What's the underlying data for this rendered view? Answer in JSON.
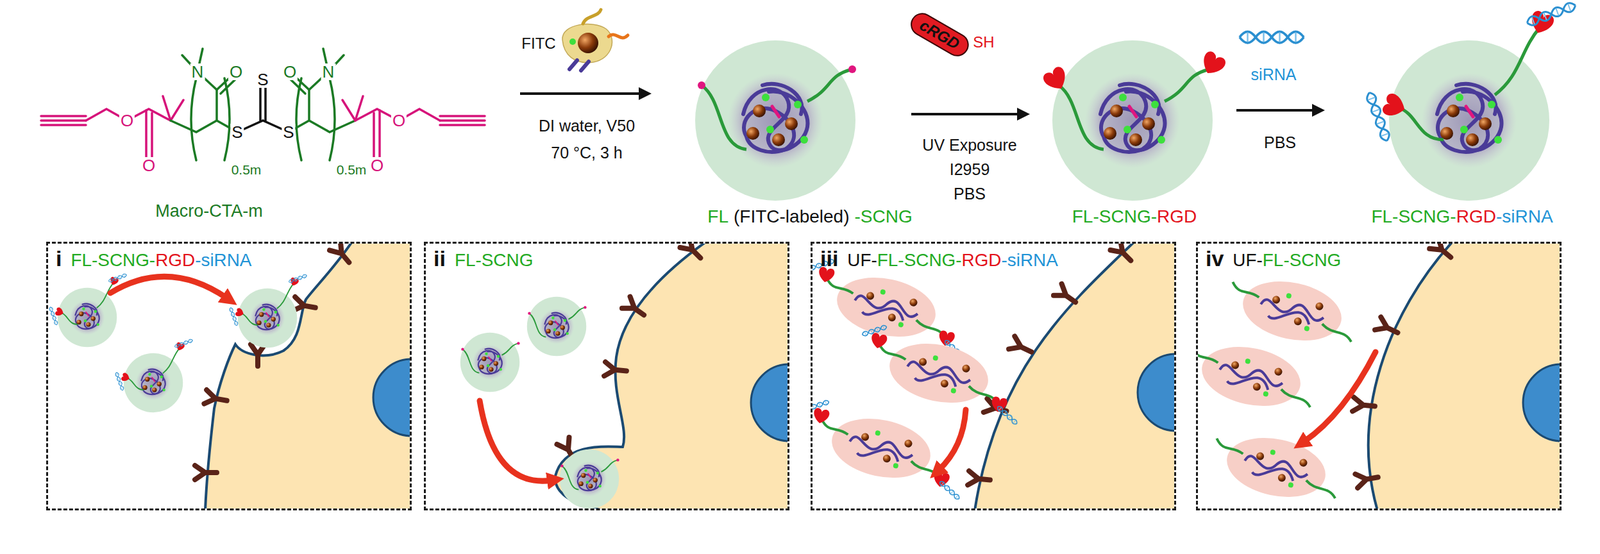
{
  "diagram": {
    "nodes": [
      {
        "text": [
          "cRGD"
        ]
      },
      {
        "text": [
          "i",
          "FL-SCNG-",
          "RGD",
          "-siRNA"
        ]
      },
      {
        "text": [
          "ii",
          "FL-SCNG"
        ]
      },
      {
        "text": [
          "iii",
          "UF-",
          "FL-SCNG-",
          "RGD",
          "-siRNA"
        ]
      },
      {
        "text": [
          "iv",
          "UF-",
          "FL-SCNG"
        ]
      }
    ],
    "labels": [
      "O",
      "O",
      "N",
      "O",
      "0.5m",
      "S",
      "S",
      "S",
      "O",
      "N",
      "0.5m",
      "O",
      "O",
      "Macro-CTA-m",
      "FITC",
      "DI water, V50",
      "70 °C, 3 h",
      "FL",
      "(FITC-labeled)",
      "-SCNG",
      "SH",
      "UV Exposure",
      "I2959",
      "PBS",
      "FL-SCNG-",
      "RGD",
      "siRNA",
      "PBS",
      "FL-SCNG-",
      "RGD",
      "-siRNA"
    ]
  }
}
